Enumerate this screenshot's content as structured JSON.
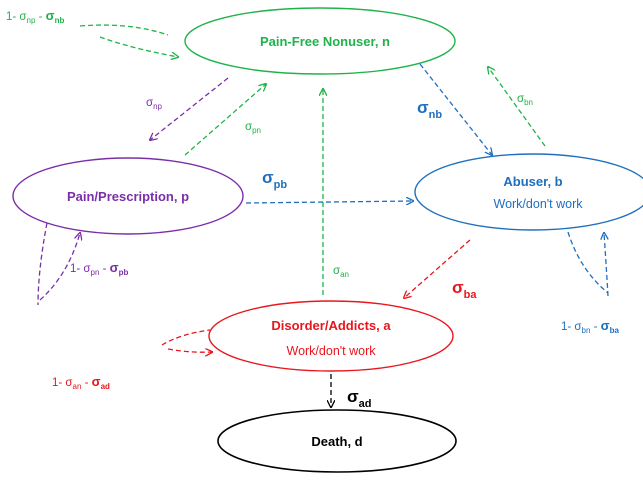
{
  "colors": {
    "green": "#1fb34a",
    "blue": "#1f6fbf",
    "purple": "#7a2fa8",
    "red": "#e8161d",
    "black": "#000000"
  },
  "nodes": {
    "nonuser": {
      "title": "Pain-Free Nonuser, n"
    },
    "prescription": {
      "title": "Pain/Prescription, p"
    },
    "abuser": {
      "title": "Abuser, b",
      "subtitle": "Work/don't work"
    },
    "addicts": {
      "title": "Disorder/Addicts,  a",
      "subtitle": "Work/don't work"
    },
    "death": {
      "title": "Death, d"
    }
  },
  "labels": {
    "sigma": "σ",
    "one_minus": "1- ",
    "minus": " - ",
    "sub_np": "np",
    "sub_nb": "nb",
    "sub_pn": "pn",
    "sub_pb": "pb",
    "sub_bn": "bn",
    "sub_ba": "ba",
    "sub_an": "an",
    "sub_ad": "ad"
  }
}
